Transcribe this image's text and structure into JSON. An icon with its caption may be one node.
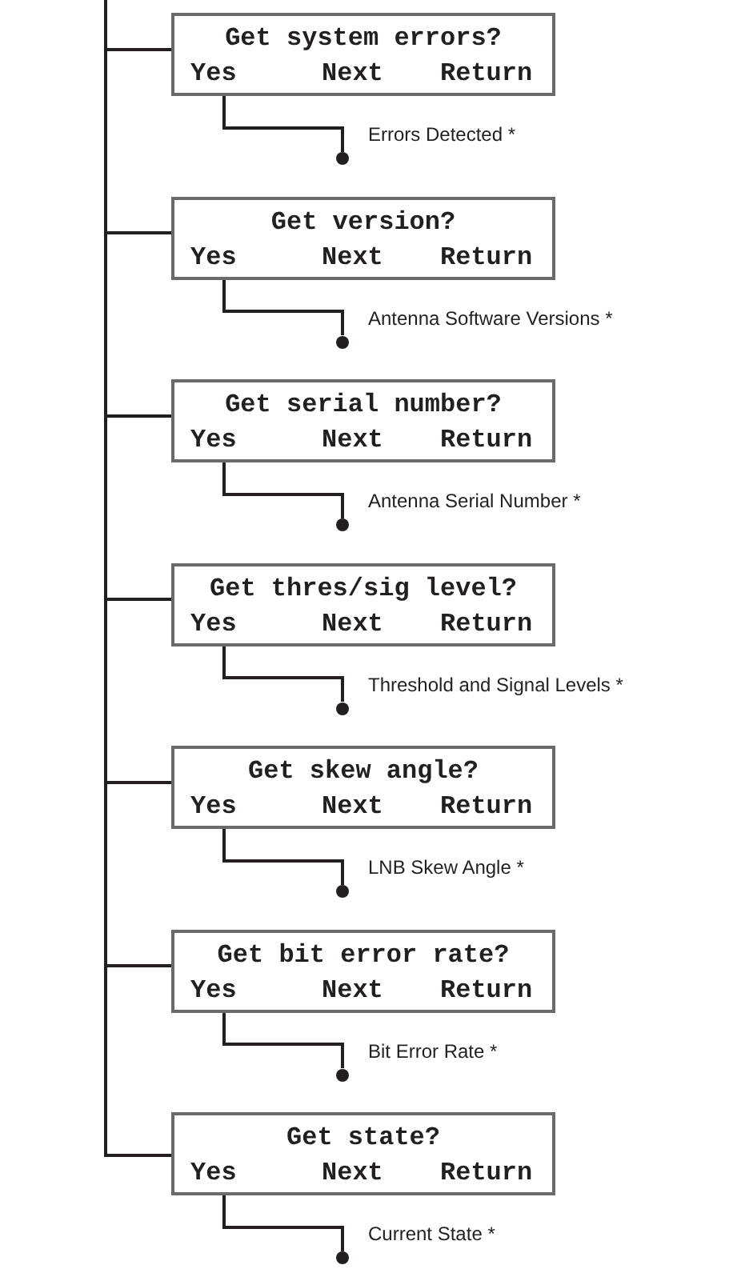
{
  "diagram": {
    "nodes": [
      {
        "text": [
          "Get system errors?",
          "Yes",
          "Next",
          "Return"
        ]
      },
      {
        "text": [],
        "shape": "circle",
        "beside": [
          "Errors Detected *"
        ]
      },
      {
        "text": [
          "Get version?",
          "Yes",
          "Next",
          "Return"
        ]
      },
      {
        "text": [],
        "shape": "circle",
        "beside": [
          "Antenna Software Versions *"
        ]
      },
      {
        "text": [
          "Get serial number?",
          "Yes",
          "Next",
          "Return"
        ]
      },
      {
        "text": [],
        "shape": "circle",
        "beside": [
          "Antenna Serial Number *"
        ]
      },
      {
        "text": [
          "Get thres/sig level?",
          "Yes",
          "Next",
          "Return"
        ]
      },
      {
        "text": [],
        "shape": "circle",
        "beside": [
          "Threshold and Signal Levels *"
        ]
      },
      {
        "text": [
          "Get skew angle?",
          "Yes",
          "Next",
          "Return"
        ]
      },
      {
        "text": [],
        "shape": "circle",
        "beside": [
          "LNB Skew Angle *"
        ]
      },
      {
        "text": [
          "Get bit error rate?",
          "Yes",
          "Next",
          "Return"
        ]
      },
      {
        "text": [],
        "shape": "circle",
        "beside": [
          "Bit Error Rate *"
        ]
      },
      {
        "text": [
          "Get state?",
          "Yes",
          "Next",
          "Return"
        ]
      },
      {
        "text": [],
        "shape": "circle",
        "beside": [
          "Current State *"
        ]
      }
    ],
    "edges": [
      {
        "from": null,
        "to": 0,
        "arrow": "none"
      },
      {
        "from": 0,
        "to": 1,
        "arrow": "none"
      },
      {
        "from": null,
        "to": 2,
        "arrow": "none"
      },
      {
        "from": 2,
        "to": 3,
        "arrow": "none"
      },
      {
        "from": null,
        "to": 4,
        "arrow": "none"
      },
      {
        "from": 4,
        "to": 5,
        "arrow": "none"
      },
      {
        "from": null,
        "to": 6,
        "arrow": "none"
      },
      {
        "from": 6,
        "to": 7,
        "arrow": "none"
      },
      {
        "from": null,
        "to": 8,
        "arrow": "none"
      },
      {
        "from": 8,
        "to": 9,
        "arrow": "none"
      },
      {
        "from": null,
        "to": 10,
        "arrow": "none"
      },
      {
        "from": 10,
        "to": 11,
        "arrow": "none"
      },
      {
        "from": null,
        "to": 12,
        "arrow": "none"
      },
      {
        "from": 12,
        "to": 13,
        "arrow": "none"
      }
    ]
  }
}
